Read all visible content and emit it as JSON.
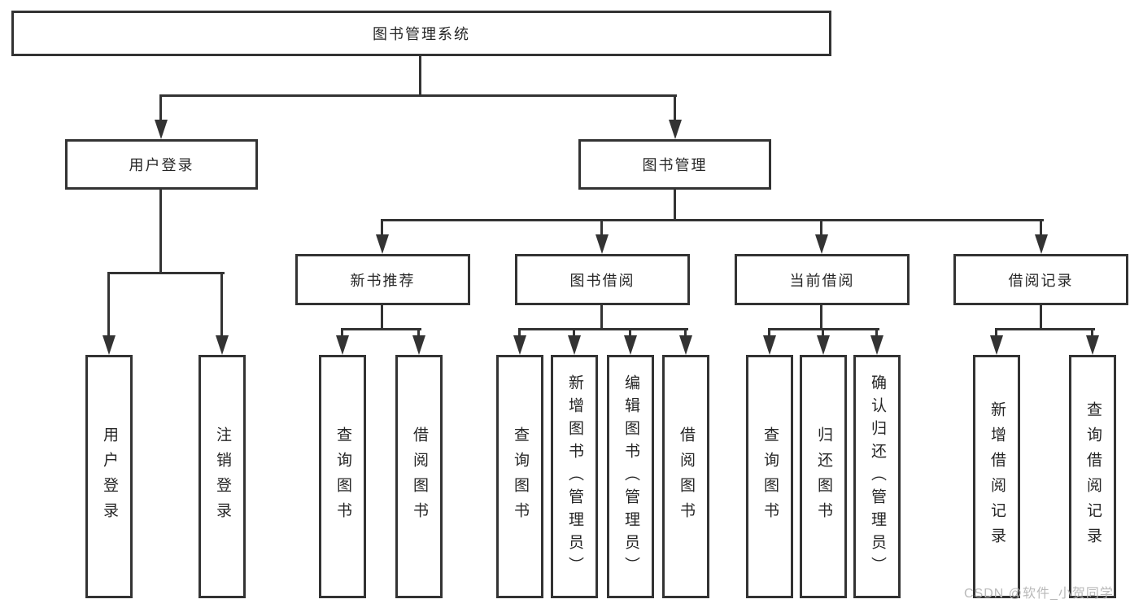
{
  "diagram": {
    "root": {
      "label": "图书管理系统"
    },
    "branches": [
      {
        "label": "用户登录",
        "children": [
          {
            "label": "用户登录"
          },
          {
            "label": "注销登录"
          }
        ]
      },
      {
        "label": "图书管理",
        "sections": [
          {
            "label": "新书推荐",
            "children": [
              {
                "label": "查询图书"
              },
              {
                "label": "借阅图书"
              }
            ]
          },
          {
            "label": "图书借阅",
            "children": [
              {
                "label": "查询图书"
              },
              {
                "label": "新增图书（管理员）"
              },
              {
                "label": "编辑图书（管理员）"
              },
              {
                "label": "借阅图书"
              }
            ]
          },
          {
            "label": "当前借阅",
            "children": [
              {
                "label": "查询图书"
              },
              {
                "label": "归还图书"
              },
              {
                "label": "确认归还（管理员）"
              }
            ]
          },
          {
            "label": "借阅记录",
            "children": [
              {
                "label": "新增借阅记录"
              },
              {
                "label": "查询借阅记录"
              }
            ]
          }
        ]
      }
    ]
  },
  "watermark": "CSDN @软件_小贺同学",
  "colors": {
    "line": "#333333",
    "text": "#262626",
    "box_background": "#ffffff",
    "watermark": "#b9b9b9",
    "page_background": "#ffffff"
  }
}
